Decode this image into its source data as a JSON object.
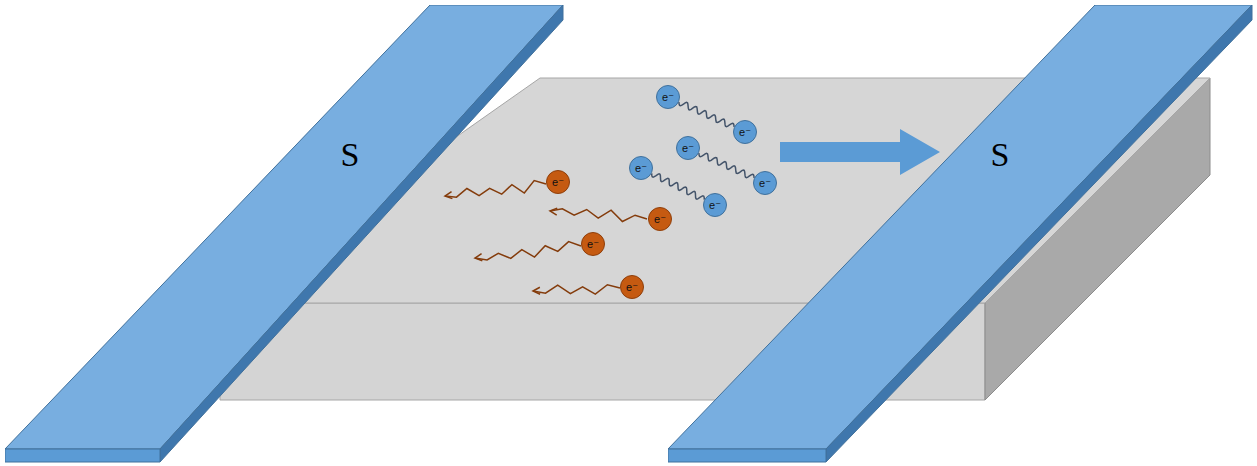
{
  "diagram": {
    "nodes": [
      {
        "text": [
          "S"
        ]
      },
      {
        "text": [
          "S"
        ]
      },
      {
        "text": [
          "e⁻"
        ]
      },
      {
        "text": [
          "e⁻"
        ]
      },
      {
        "text": [
          "e⁻"
        ]
      },
      {
        "text": [
          "e⁻"
        ]
      },
      {
        "text": [
          "e⁻"
        ]
      },
      {
        "text": [
          "e⁻"
        ]
      },
      {
        "text": [
          "e⁻"
        ]
      },
      {
        "text": [
          "e⁻"
        ]
      },
      {
        "text": [
          "e⁻"
        ]
      },
      {
        "text": [
          "e⁻"
        ]
      }
    ],
    "edges": [
      {
        "from": 2,
        "to": 3,
        "arrow": "none"
      },
      {
        "from": 4,
        "to": 5,
        "arrow": "none"
      },
      {
        "from": 6,
        "to": 7,
        "arrow": "none"
      }
    ]
  }
}
